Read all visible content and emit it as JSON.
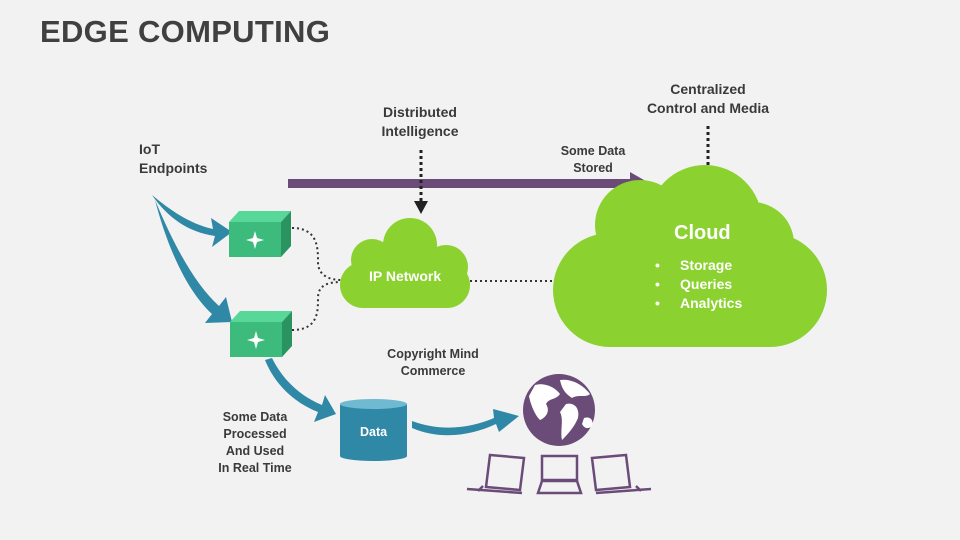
{
  "title": "EDGE COMPUTING",
  "labels": {
    "iot": [
      "IoT",
      "Endpoints"
    ],
    "distributed": [
      "Distributed",
      "Intelligence"
    ],
    "centralized": [
      "Centralized",
      "Control and Media"
    ],
    "some_data_stored": [
      "Some Data",
      "Stored"
    ],
    "processed": [
      "Some Data",
      "Processed",
      "And Used",
      "In Real Time"
    ],
    "copyright": [
      "Copyright Mind",
      "Commerce"
    ]
  },
  "ip_network": "IP Network",
  "cloud": {
    "title": "Cloud",
    "items": [
      "Storage",
      "Queries",
      "Analytics"
    ]
  },
  "data_store": "Data",
  "colors": {
    "green": "#8bd12f",
    "teal": "#2f88a6",
    "purple": "#6b4b78",
    "node_green": "#3dbb7c"
  }
}
